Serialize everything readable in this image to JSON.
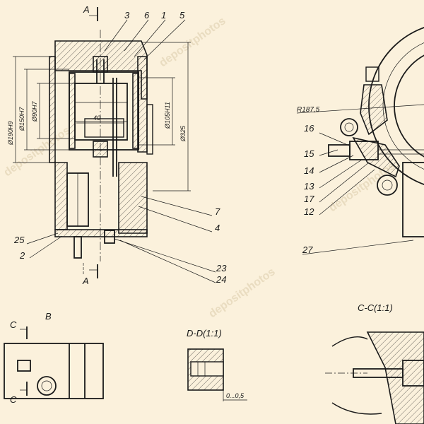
{
  "colors": {
    "paper": "#fbf1dc",
    "ink": "#1a1a1a",
    "watermark": "#e9dcc0"
  },
  "section_marks": {
    "a_top": "A",
    "a_bottom": "A",
    "c_top": "C",
    "c_bottom": "C"
  },
  "view_titles": {
    "b": "B",
    "d": "D-D(1:1)",
    "c": "C-C(1:1)"
  },
  "callouts": {
    "n1": "1",
    "n2": "2",
    "n3": "3",
    "n4": "4",
    "n5": "5",
    "n6": "6",
    "n7": "7",
    "n12": "12",
    "n13": "13",
    "n14": "14",
    "n15": "15",
    "n16": "16",
    "n17": "17",
    "n23": "23",
    "n24": "24",
    "n25": "25",
    "n27": "27"
  },
  "dimensions": {
    "d190": "Ø190H9",
    "d150": "Ø150H7",
    "d90": "Ø90H7",
    "w40": "40",
    "d105": "Ø105H11",
    "d325": "Ø325",
    "r187": "R187,5",
    "gap": "0...0,5"
  },
  "watermark_text": "depositphotos"
}
